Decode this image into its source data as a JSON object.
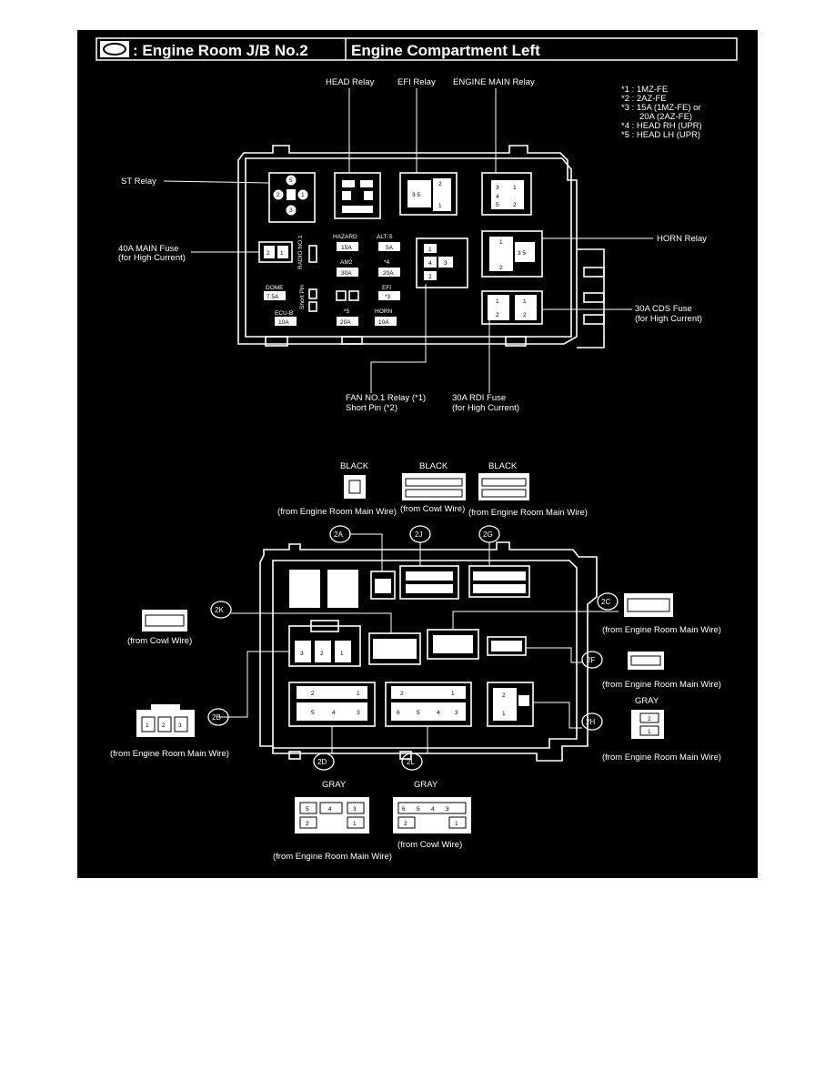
{
  "header": {
    "title_left": ": Engine Room J/B No.2",
    "title_right": "Engine Compartment Left"
  },
  "top_view": {
    "labels": {
      "head_relay": "HEAD Relay",
      "efi_relay": "EFI Relay",
      "engine_main_relay": "ENGINE MAIN Relay",
      "st_relay": "ST Relay",
      "main_fuse_1": "40A MAIN Fuse",
      "main_fuse_2": "(for High Current)",
      "horn_relay": "HORN Relay",
      "cds_fuse_1": "30A CDS Fuse",
      "cds_fuse_2": "(for High Current)",
      "fan_relay_1": "FAN NO.1 Relay (*1)",
      "fan_relay_2": "Short Pin (*2)",
      "rdi_fuse_1": "30A RDI Fuse",
      "rdi_fuse_2": "(for High Current)"
    },
    "notes": [
      "*1 : 1MZ-FE",
      "*2 : 2AZ-FE",
      "*3 : 15A (1MZ-FE) or",
      "20A (2AZ-FE)",
      "*4 : HEAD RH (UPR)",
      "*5 : HEAD LH (UPR)"
    ],
    "fuse_labels": {
      "hazard": "HAZARD",
      "hazard_rating": "15A",
      "alts": "ALT-S",
      "alts_rating": "5A",
      "am2": "AM2",
      "am2_rating": "30A",
      "star4": "*4",
      "star4_rating": "20A",
      "dome": "DOME",
      "dome_rating": "7.5A",
      "efi": "EFI",
      "efi_rating": "*3",
      "ecub": "ECU-B",
      "ecub_rating": "10A",
      "star5": "*5",
      "star5_rating": "20A",
      "horn": "HORN",
      "horn_rating": "10A",
      "radio": "RADIO NO.1",
      "short_pin": "Short Pin"
    }
  },
  "connectors": {
    "2A": {
      "code": "2A",
      "color": "BLACK",
      "source": "(from Engine Room Main Wire)"
    },
    "2J": {
      "code": "2J",
      "color": "BLACK",
      "source": "(from Cowl Wire)"
    },
    "2G": {
      "code": "2G",
      "color": "BLACK",
      "source": "(from Engine Room Main Wire)"
    },
    "2K": {
      "code": "2K",
      "source": "(from Cowl Wire)"
    },
    "2C": {
      "code": "2C",
      "source": "(from Engine Room Main Wire)"
    },
    "2F": {
      "code": "2F",
      "source": "(from Engine Room Main Wire)"
    },
    "2B": {
      "code": "2B",
      "source": "(from Engine Room Main Wire)"
    },
    "2H": {
      "code": "2H",
      "color": "GRAY",
      "source": "(from Engine Room Main Wire)"
    },
    "2D": {
      "code": "2D",
      "color": "GRAY",
      "source": "(from Engine Room Main Wire)"
    },
    "2L": {
      "code": "2L",
      "color": "GRAY",
      "source": "(from Cowl Wire)"
    }
  },
  "colors": {
    "background": "#000000",
    "ink": "#ffffff",
    "page": "#ffffff"
  }
}
